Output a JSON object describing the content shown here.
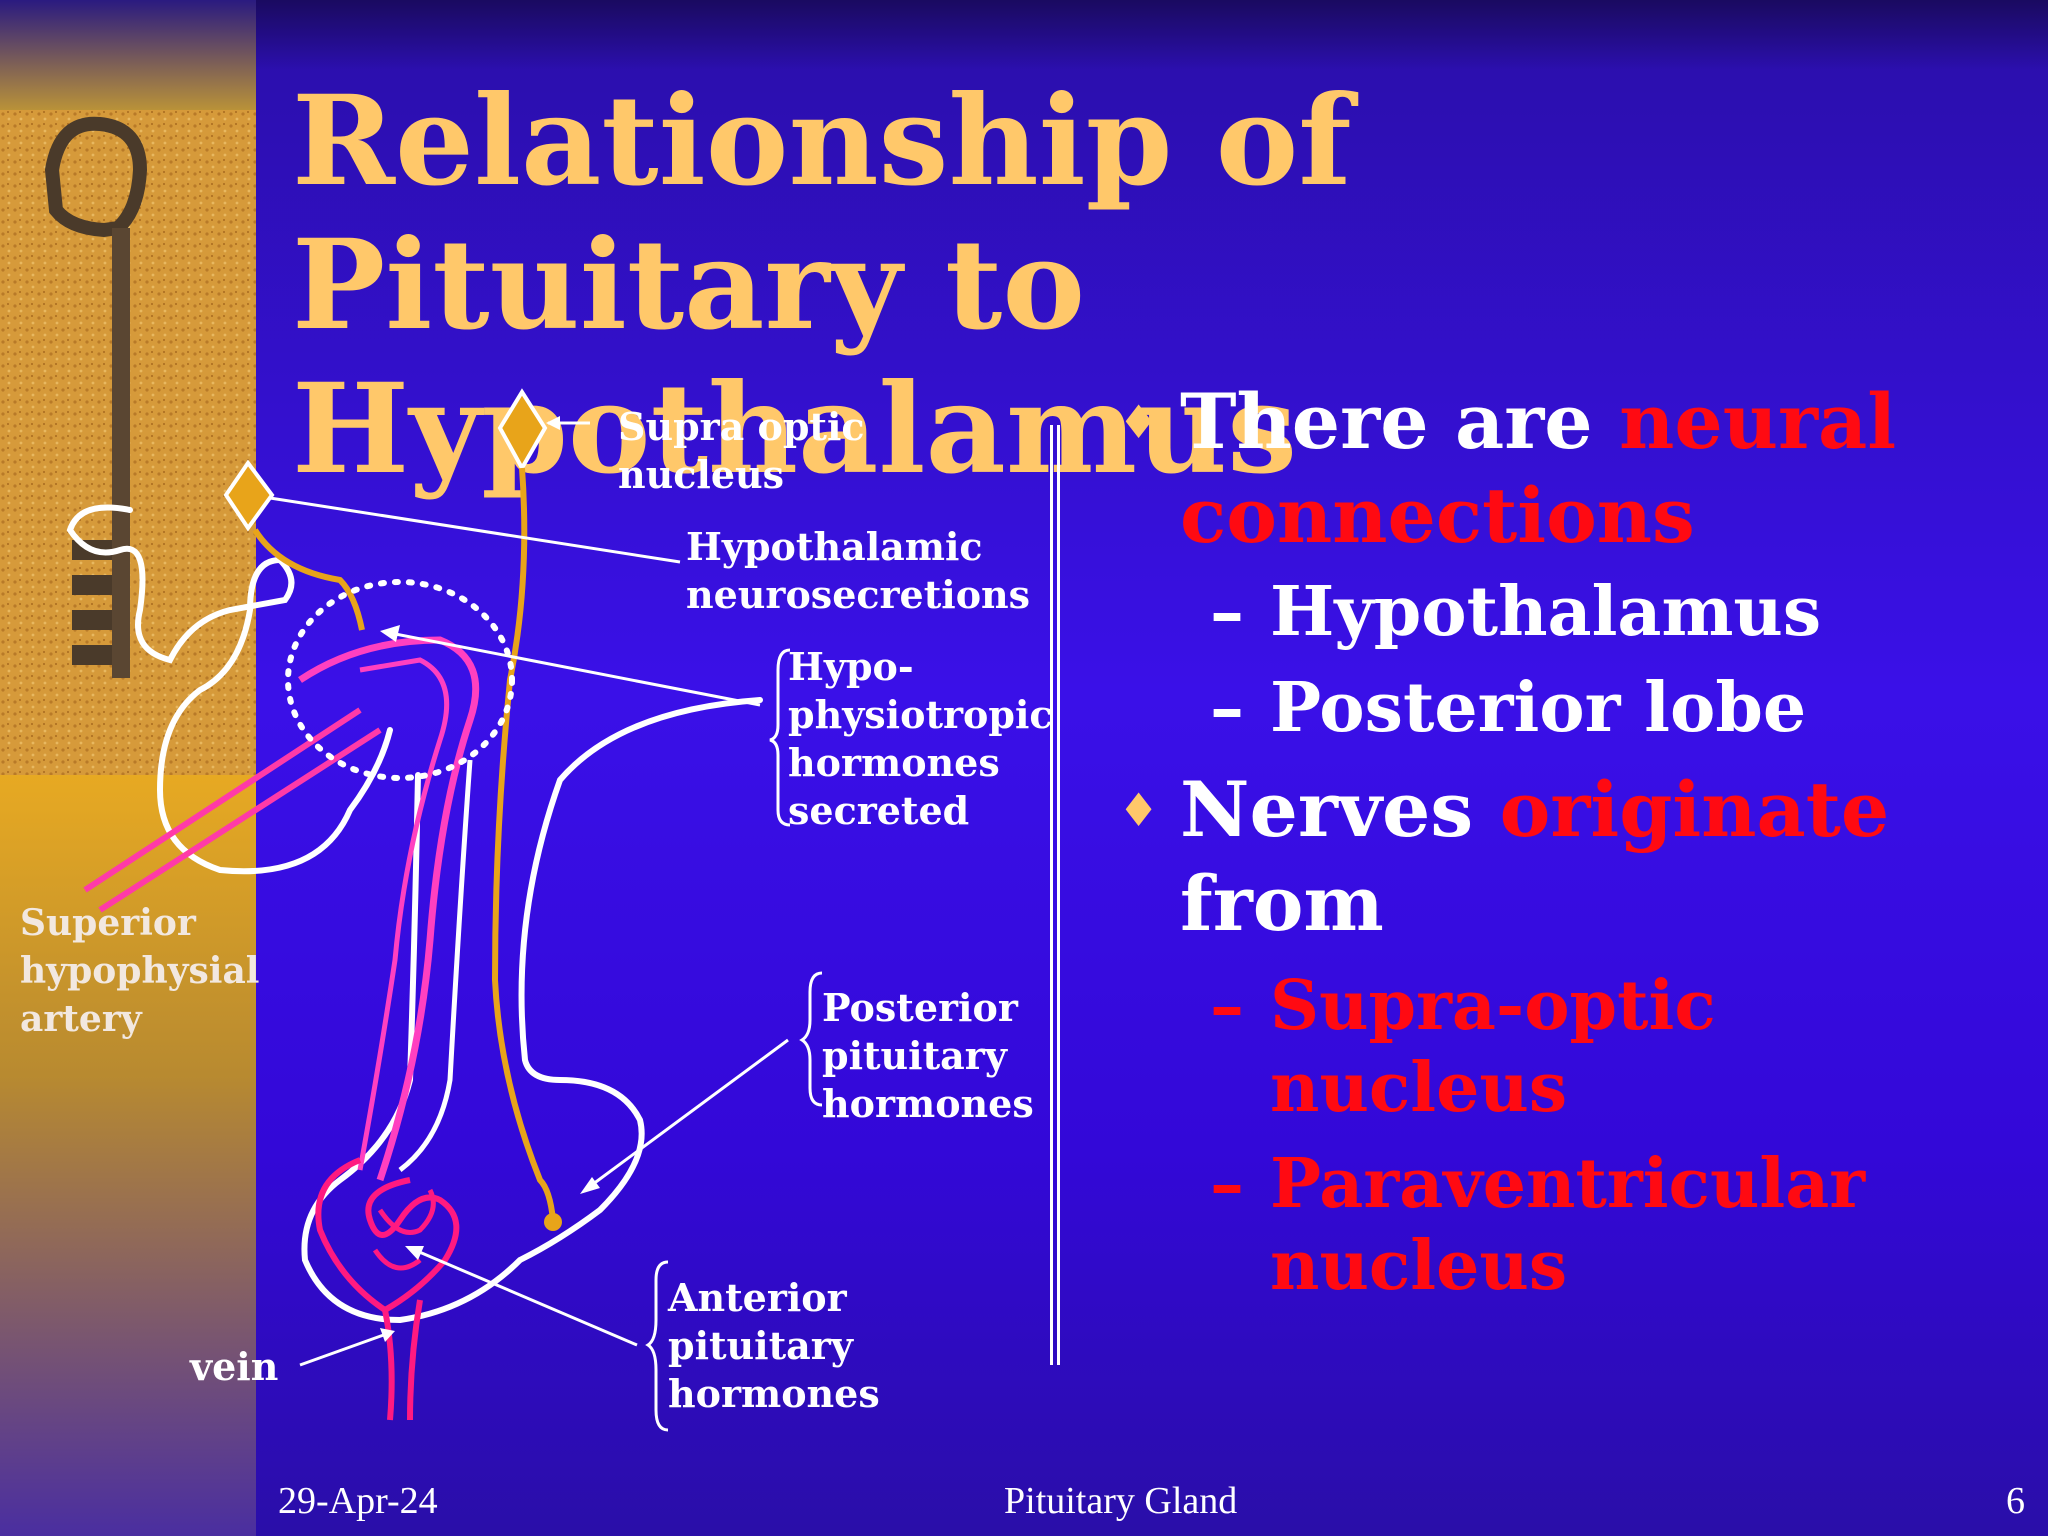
{
  "slide": {
    "title": "Relationship of Pituitary to Hypothalamus",
    "colors": {
      "title": "#ffc86a",
      "background": "#3410e0",
      "highlight": "#ff0a12",
      "gold": "#e8a41a",
      "pink": "#ff40c0"
    }
  },
  "diagram": {
    "labels": {
      "supra_optic": "Supra optic\nnucleus",
      "hypothalamic": "Hypothalamic\nneurosecretions",
      "hypophysiotropic": "Hypo-\nphysiotropic\nhormones\nsecreted",
      "superior": "Superior\nhypophysial\nartery",
      "posterior": "Posterior\npituitary\nhormones",
      "anterior": "Anterior\npituitary\nhormones",
      "vein": "vein"
    }
  },
  "bullets": [
    {
      "prefix": "There are ",
      "highlight": "neural connections",
      "subs": [
        {
          "text": "Hypothalamus",
          "red": false
        },
        {
          "text": "Posterior lobe",
          "red": false
        }
      ]
    },
    {
      "prefix": "Nerves ",
      "highlight": "originate",
      "suffix": " from",
      "subs": [
        {
          "text": "Supra-optic nucleus",
          "red": true
        },
        {
          "text": "Paraventricular nucleus",
          "red": true
        }
      ]
    }
  ],
  "footer": {
    "date": "29-Apr-24",
    "center": "Pituitary Gland",
    "page": "6"
  }
}
